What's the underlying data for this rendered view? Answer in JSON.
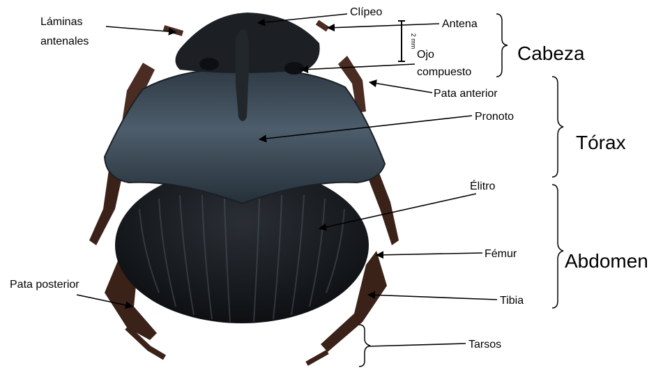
{
  "labels": {
    "laminas_antenales": [
      "Láminas",
      "antenales"
    ],
    "clipeo": "Clípeo",
    "antena": "Antena",
    "ojo_compuesto": [
      "Ojo",
      "compuesto"
    ],
    "pata_anterior": "Pata anterior",
    "pronoto": "Pronoto",
    "elitro": "Élitro",
    "femur": "Fémur",
    "tibia": "Tibia",
    "tarsos": "Tarsos",
    "pata_posterior": "Pata posterior",
    "scale": "2 mm"
  },
  "regions": {
    "cabeza": "Cabeza",
    "torax": "Tórax",
    "abdomen": "Abdomen"
  },
  "colors": {
    "body_dark": "#14171b",
    "pronotum": "#3c4a56",
    "legs": "#4a2c22",
    "background": "#ffffff"
  }
}
